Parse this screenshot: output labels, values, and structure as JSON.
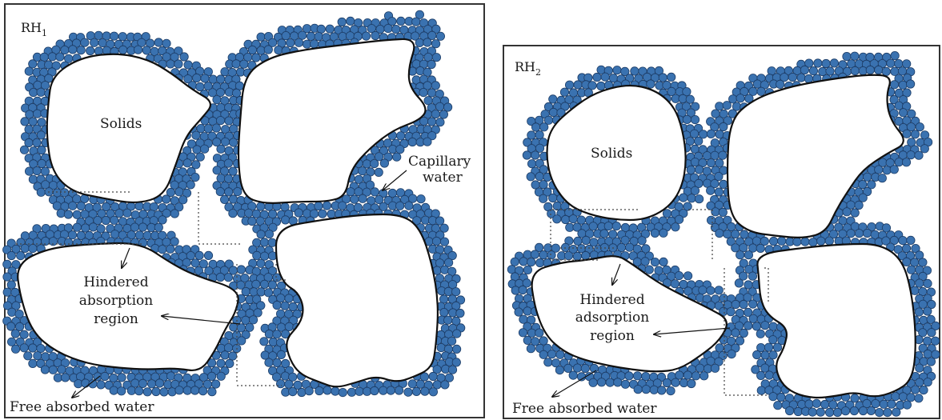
{
  "colors": {
    "particle_fill": "#3a72b0",
    "particle_stroke": "#1c3c66",
    "solid_fill": "#ffffff",
    "solid_stroke": "#111111",
    "frame": "#333333"
  },
  "panels": [
    {
      "id": "rh1",
      "label_main": "RH",
      "label_sub": "1",
      "solids_label": "Solids",
      "capillary_label_line1": "Capillary",
      "capillary_label_line2": "water",
      "hindered_line1": "Hindered",
      "hindered_line2": "absorption",
      "hindered_line3": "region",
      "free_label": "Free absorbed water"
    },
    {
      "id": "rh2",
      "label_main": "RH",
      "label_sub": "2",
      "solids_label": "Solids",
      "hindered_line1": "Hindered",
      "hindered_line2": "adsorption",
      "hindered_line3": "region",
      "free_label": "Free absorbed water"
    }
  ]
}
